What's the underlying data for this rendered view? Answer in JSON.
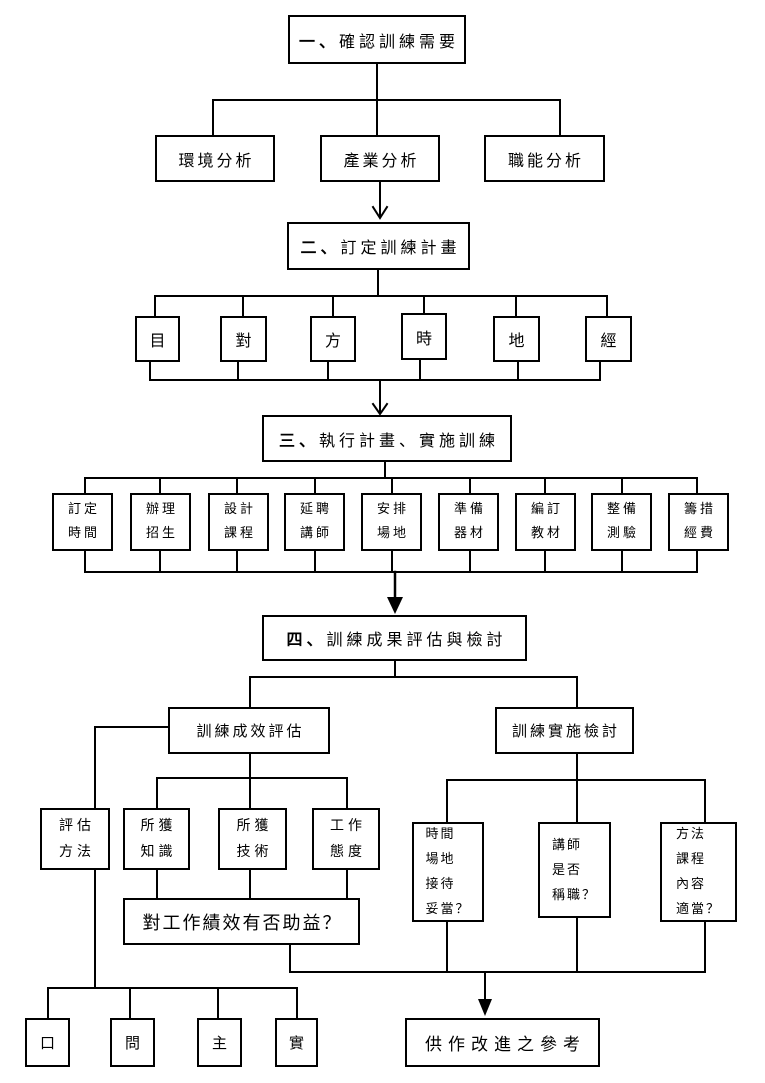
{
  "step1": {
    "title": "一、確認訓練需要",
    "analyses": [
      "環境分析",
      "產業分析",
      "職能分析"
    ]
  },
  "step2": {
    "title": "二、訂定訓練計畫",
    "plan_items": [
      "目",
      "對",
      "方",
      "時",
      "地",
      "經"
    ]
  },
  "step3": {
    "title": "三、執行計畫、實施訓練",
    "tasks": [
      "訂定\n時間",
      "辦理\n招生",
      "設計\n課程",
      "延聘\n講師",
      "安排\n場地",
      "準備\n器材",
      "編訂\n教材",
      "整備\n測驗",
      "籌措\n經費"
    ]
  },
  "step4": {
    "title": "四、訓練成果評估與檢討",
    "effectiveness": {
      "title": "訓練成效評估",
      "method": "評估\n方法",
      "method_items": [
        "口",
        "問",
        "主",
        "實"
      ],
      "outcomes": [
        "所獲\n知識",
        "所獲\n技術",
        "工作\n態度"
      ],
      "question": "對工作績效有否助益？"
    },
    "implementation": {
      "title": "訓練實施檢討",
      "checks": [
        "時間\n場地\n接待\n妥當？",
        "講師\n是否\n稱職？",
        "方法\n課程\n內容\n適當？"
      ]
    },
    "result": "供作改進之參考"
  }
}
